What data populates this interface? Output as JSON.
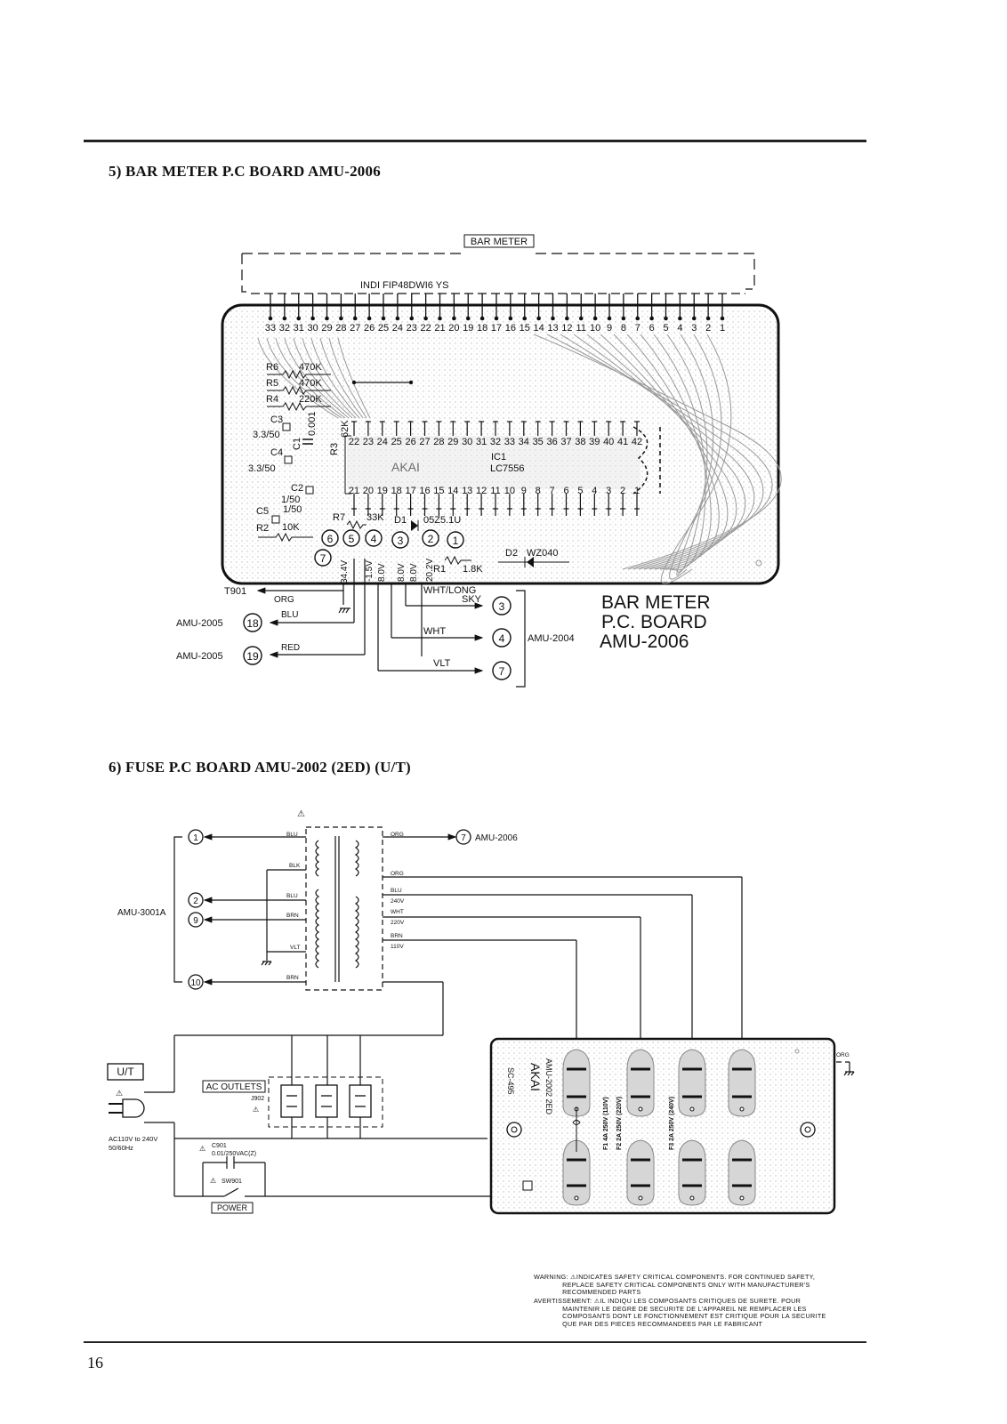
{
  "page": {
    "number": "16"
  },
  "sections": [
    {
      "title": "5) BAR METER P.C BOARD AMU-2006"
    },
    {
      "title": "6) FUSE P.C BOARD AMU-2002 (2ED) (U/T)"
    }
  ],
  "bar_meter": {
    "display_label": "BAR METER",
    "display_part": "INDI   FIP48DWI6  YS",
    "top_pins": [
      "33",
      "32",
      "31",
      "30",
      "29",
      "28",
      "27",
      "26",
      "25",
      "24",
      "23",
      "22",
      "21",
      "20",
      "19",
      "18",
      "17",
      "16",
      "15",
      "14",
      "13",
      "12",
      "11",
      "10",
      "9",
      "8",
      "7",
      "6",
      "5",
      "4",
      "3",
      "2",
      "1"
    ],
    "ic_top_pins": [
      "22",
      "23",
      "24",
      "25",
      "26",
      "27",
      "28",
      "29",
      "30",
      "31",
      "32",
      "33",
      "34",
      "35",
      "36",
      "37",
      "38",
      "39",
      "40",
      "41",
      "42"
    ],
    "ic_bottom_pins": [
      "21",
      "20",
      "19",
      "18",
      "17",
      "16",
      "15",
      "14",
      "13",
      "12",
      "11",
      "10",
      "9",
      "8",
      "7",
      "6",
      "5",
      "4",
      "3",
      "2",
      "1"
    ],
    "ic_ref": "IC1",
    "ic_part": "LC7556",
    "components": {
      "r6": "R6",
      "r6_val": "470K",
      "r5": "R5",
      "r5_val": "470K",
      "r4": "R4",
      "r4_val": "220K",
      "c3": "C3",
      "c3_val": "3.3/50",
      "c1": "C1",
      "c1_val": "0.001",
      "r3": "R3",
      "r3_val": "62K",
      "c4": "C4",
      "c4_val": "3.3/50",
      "c2": "C2",
      "c2_val": "1/50",
      "c5": "C5",
      "c5_val": "1/50",
      "r2": "R2",
      "r2_val": "10K",
      "r7": "R7",
      "r7_val": "33K",
      "d1": "D1",
      "d1_val": "05Z5.1U",
      "r1": "R1",
      "r1_val": "1.8K",
      "d2": "D2",
      "d2_val": "WZ040"
    },
    "terminals": [
      "6",
      "5",
      "4",
      "3",
      "2",
      "1",
      "7"
    ],
    "voltages": [
      "34.4V",
      "-1.5V",
      "8.0V",
      "8.0V",
      "8.0V",
      "20.2V"
    ],
    "board_label": [
      "BAR  METER",
      "P.C.  BOARD",
      "AMU-2006"
    ],
    "connections": {
      "t901": "T901",
      "org": "ORG",
      "amu2005_a": "AMU-2005",
      "pin18": "18",
      "blu": "BLU",
      "amu2005_b": "AMU-2005",
      "pin19": "19",
      "red": "RED",
      "wht_long": "WHT/LONG",
      "sky": "SKY",
      "pin3": "3",
      "wht": "WHT",
      "pin4": "4",
      "vlt": "VLT",
      "pin7": "7",
      "amu2004": "AMU-2004"
    }
  },
  "fuse_board": {
    "warning_symbol": "⚠",
    "left_pins": [
      "1",
      "2",
      "9",
      "10"
    ],
    "amu3001a": "AMU-3001A",
    "pri_wires": [
      "BLU",
      "BLK",
      "BLU",
      "BRN",
      "VLT",
      "BRN"
    ],
    "sec_wires": [
      "ORG",
      "ORG",
      "BLU",
      "240V",
      "WHT",
      "220V",
      "BRN",
      "110V"
    ],
    "out_pin": "7",
    "out_board": "AMU-2006",
    "ut": "U/T",
    "ac_outlets": "AC OUTLETS",
    "j902": "J902",
    "ac_input": "AC110V to 240V",
    "ac_freq": "50/60Hz",
    "c901": "C901",
    "c901_val": "0.01/250VAC(Z)",
    "sw901": "SW901",
    "power": "POWER",
    "fuses": [
      "F1  4A 250V (110V)",
      "F2  2A 250V (220V)",
      "F3  2A 250V (240V)"
    ],
    "org_right": "ORG",
    "board_print": [
      "AKAI",
      "AMU-2002  2ED",
      "SC-495"
    ]
  },
  "warning": {
    "en": "WARNING: ⚠INDICATES SAFETY CRITICAL COMPONENTS. FOR CONTINUED SAFETY,\n              REPLACE SAFETY CRITICAL COMPONENTS ONLY WITH MANUFACTURER'S\n              RECOMMENDED PARTS",
    "fr": "AVERTISSEMENT: ⚠IL INDIQU LES COMPOSANTS CRITIQUES DE SURETE. POUR\n              MAINTENIR LE DEGRE DE SECURITE DE L'APPAREIL NE REMPLACER LES\n              COMPOSANTS DONT LE FONCTIONNEMENT EST CRITIQUE POUR LA SECURITE\n              QUE PAR DES PIECES RECOMMANDEES PAR LE FABRICANT"
  }
}
